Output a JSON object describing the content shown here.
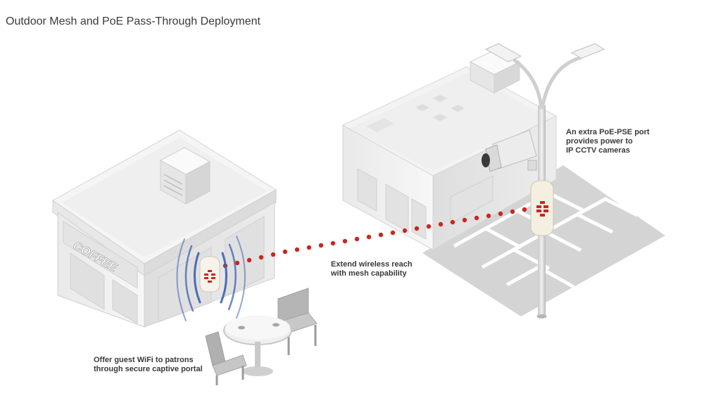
{
  "page": {
    "title": "Outdoor Mesh and PoE Pass-Through Deployment"
  },
  "scene": {
    "shop_sign": "COFFEE",
    "callouts": {
      "guest_wifi": [
        "Offer guest WiFi to patrons",
        "through secure captive portal"
      ],
      "mesh": [
        "Extend wireless reach",
        "with mesh capability"
      ],
      "poe": [
        "An extra PoE-PSE port",
        "provides power to",
        "IP CCTV cameras"
      ]
    }
  },
  "colors": {
    "accent_red": "#c8281e",
    "signal_blue": "#3a5fb0",
    "building_light": "#f4f4f4",
    "building_shadow": "#dcdcdc",
    "lot_gray": "#d2d2d2"
  }
}
